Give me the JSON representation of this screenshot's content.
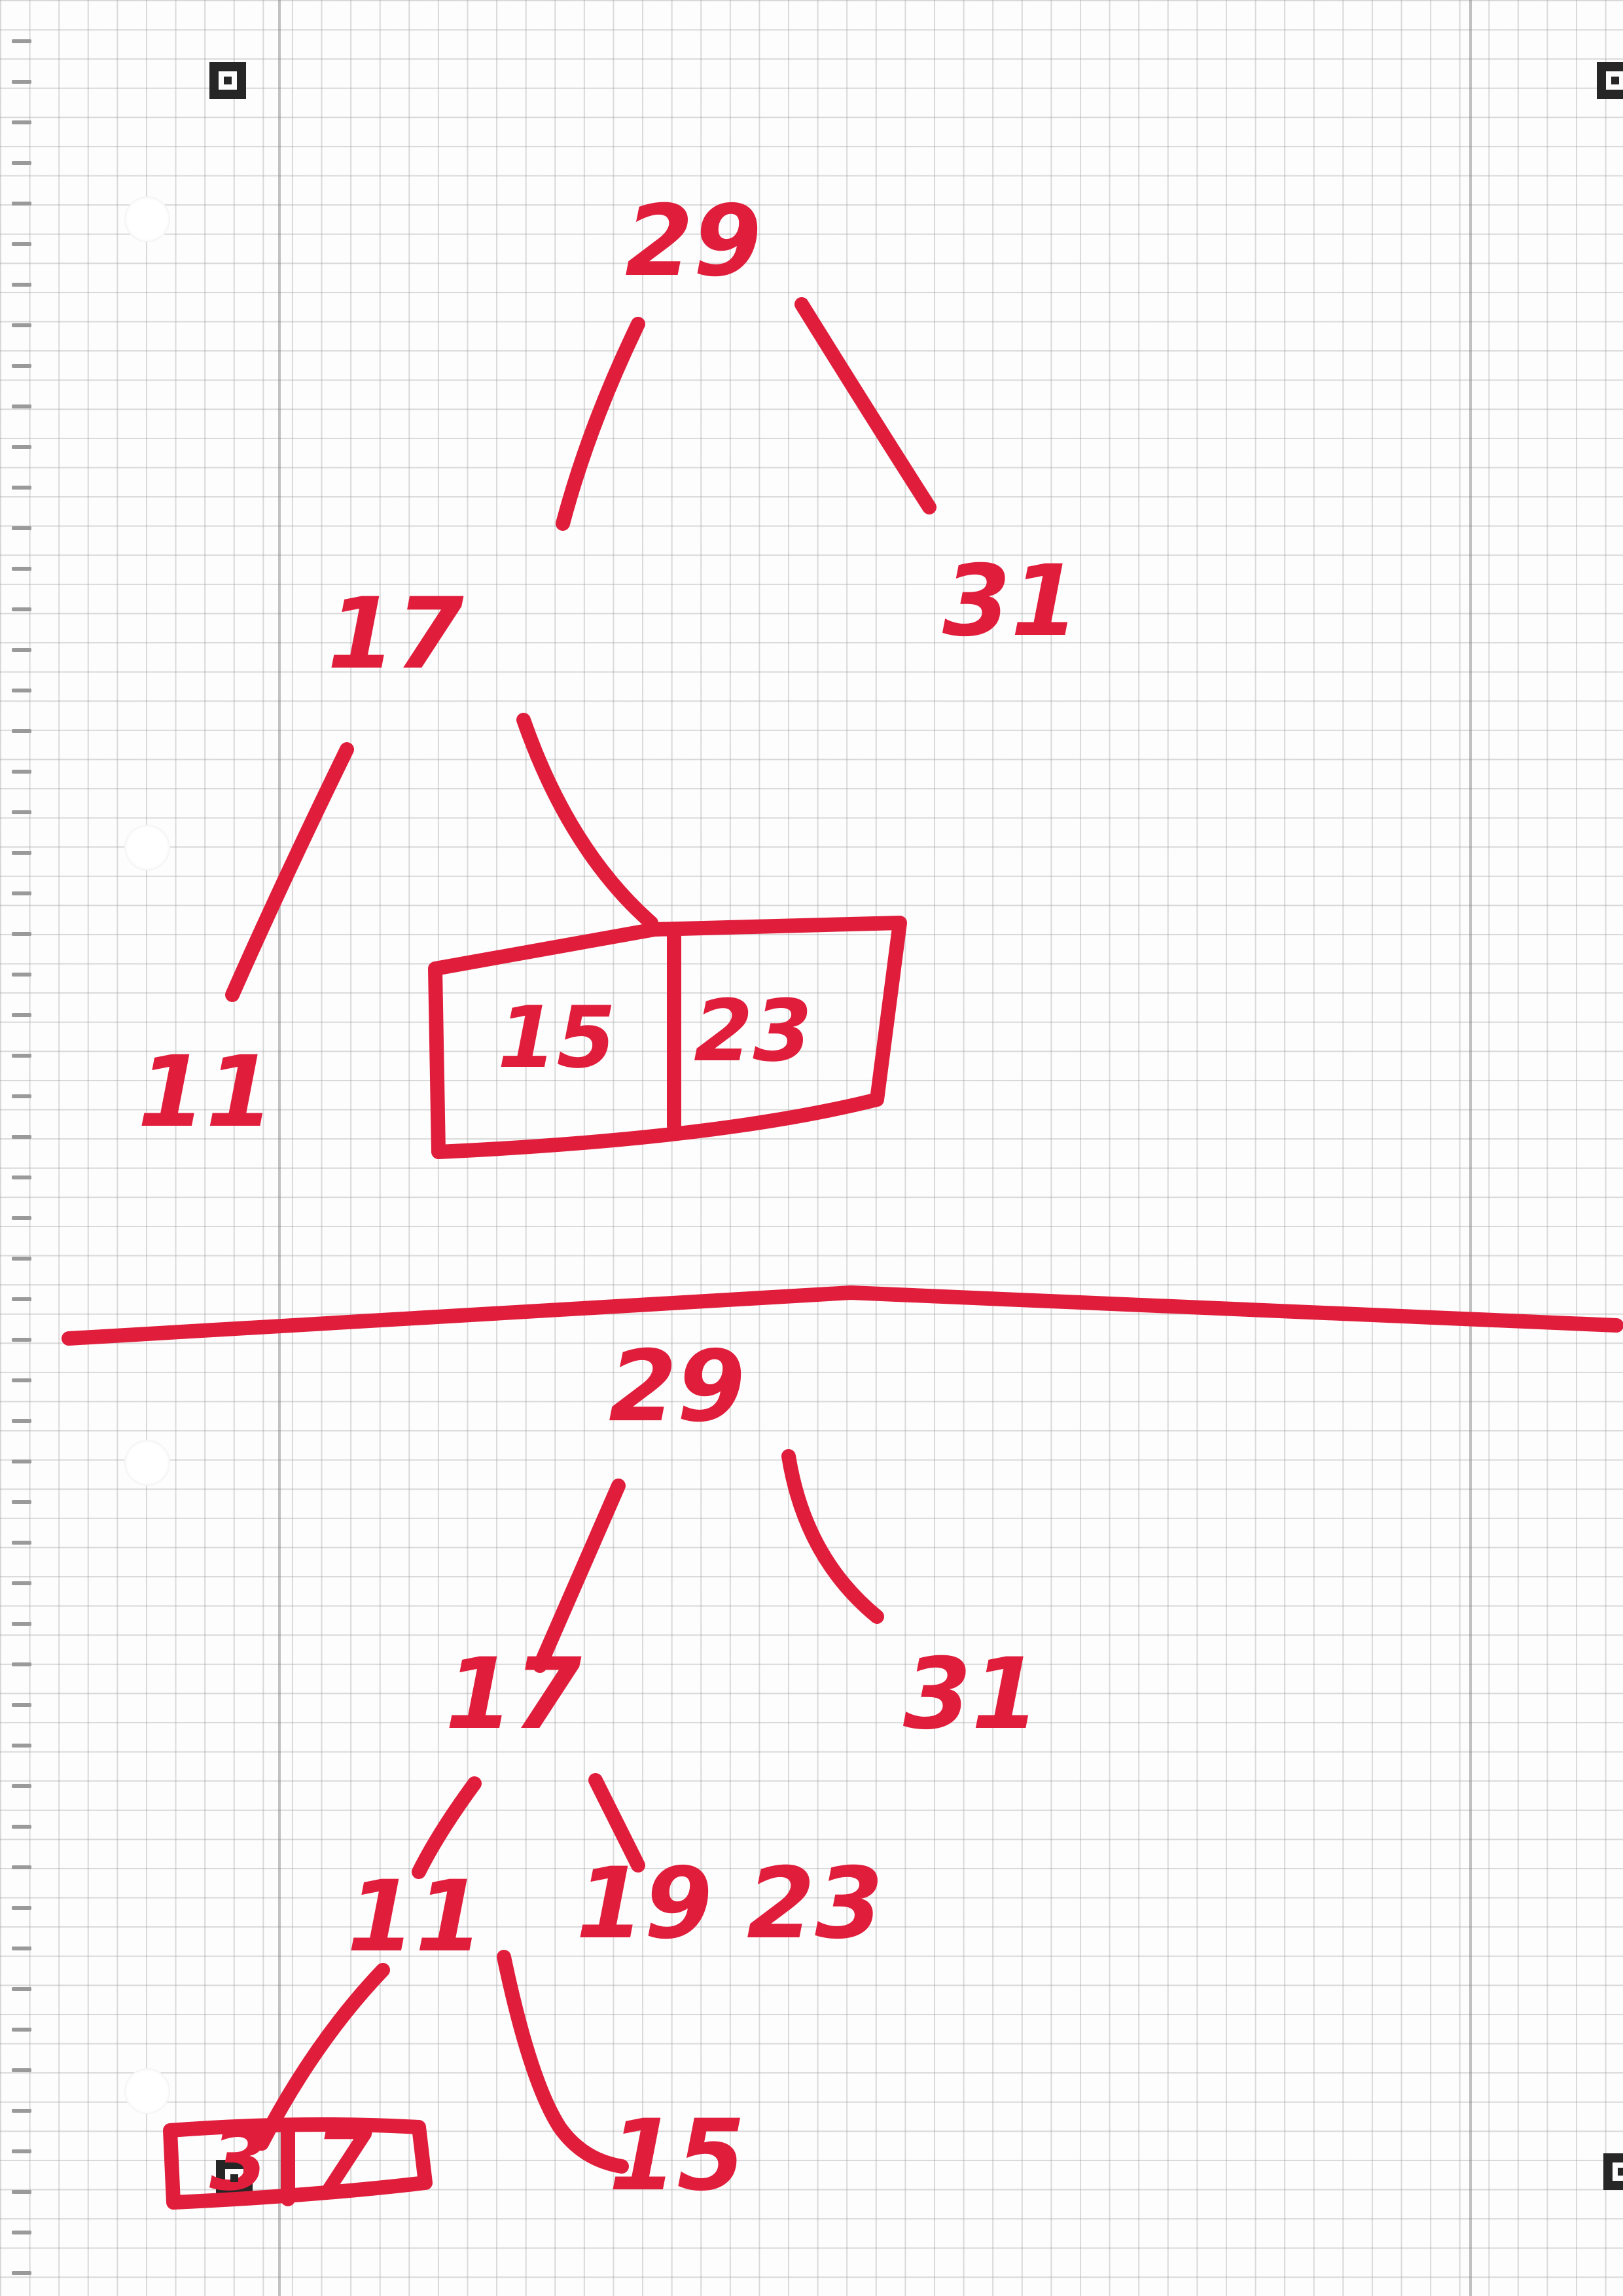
{
  "ink_color": "#e01e3c",
  "tree_before": {
    "root": "29",
    "left": "17",
    "right": "31",
    "left_left": "11",
    "overflow_node": [
      "15",
      "23"
    ]
  },
  "tree_after": {
    "root": "29",
    "left": "17",
    "right": "31",
    "left_left": "11",
    "left_right": "19 23",
    "left_left_left": [
      "3",
      "7"
    ],
    "left_left_right": "15"
  }
}
